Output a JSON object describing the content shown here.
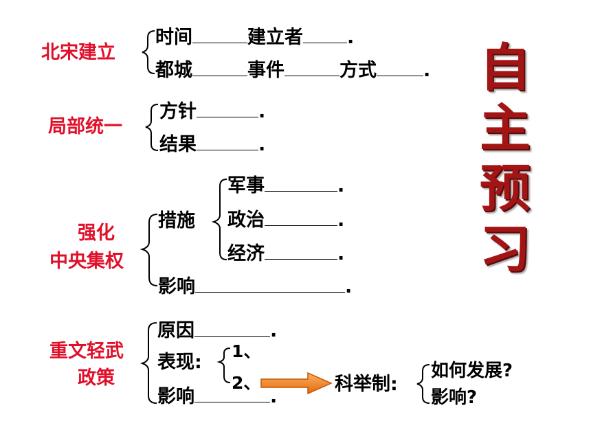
{
  "side_title": [
    "自",
    "主",
    "预",
    "习"
  ],
  "sections": {
    "beisong": {
      "label": "北宋建立",
      "row1": [
        "时间",
        "建立者"
      ],
      "row2": [
        "都城",
        "事件",
        "方式"
      ]
    },
    "jubu": {
      "label": "局部统一",
      "items": [
        "方针",
        "结果"
      ]
    },
    "qianghua": {
      "label_line1": "强化",
      "label_line2": "中央集权",
      "measures": "措施",
      "measure_items": [
        "军事",
        "政治",
        "经济"
      ],
      "impact": "影响"
    },
    "zhongwen": {
      "label_line1": "重文轻武",
      "label_line2": "政策",
      "reason": "原因",
      "expression": "表现:",
      "expr_items": [
        "1、",
        "2、"
      ],
      "impact": "影响",
      "keju": "科举制:",
      "keju_items": [
        "如何发展?",
        "影响?"
      ]
    }
  },
  "punct": "."
}
